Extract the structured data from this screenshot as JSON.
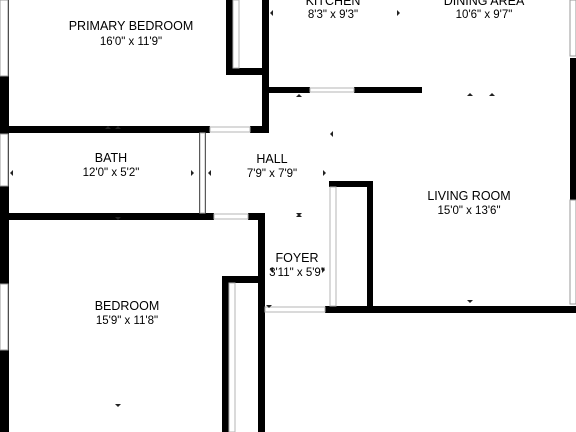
{
  "rooms": {
    "primary_bedroom": {
      "name": "PRIMARY BEDROOM",
      "dims": "16'0\" x 11'9\""
    },
    "kitchen": {
      "name": "KITCHEN",
      "dims": "8'3\" x 9'3\""
    },
    "dining_area": {
      "name": "DINING AREA",
      "dims": "10'6\" x 9'7\""
    },
    "bath": {
      "name": "BATH",
      "dims": "12'0\" x 5'2\""
    },
    "hall": {
      "name": "HALL",
      "dims": "7'9\" x 7'9\""
    },
    "living_room": {
      "name": "LIVING ROOM",
      "dims": "15'0\" x 13'6\""
    },
    "foyer": {
      "name": "FOYER",
      "dims": "3'11\" x 5'9\""
    },
    "bedroom": {
      "name": "BEDROOM",
      "dims": "15'9\" x 11'8\""
    }
  },
  "colors": {
    "wall": "#000000",
    "window_stroke": "#9a9a9a",
    "background": "#ffffff"
  }
}
